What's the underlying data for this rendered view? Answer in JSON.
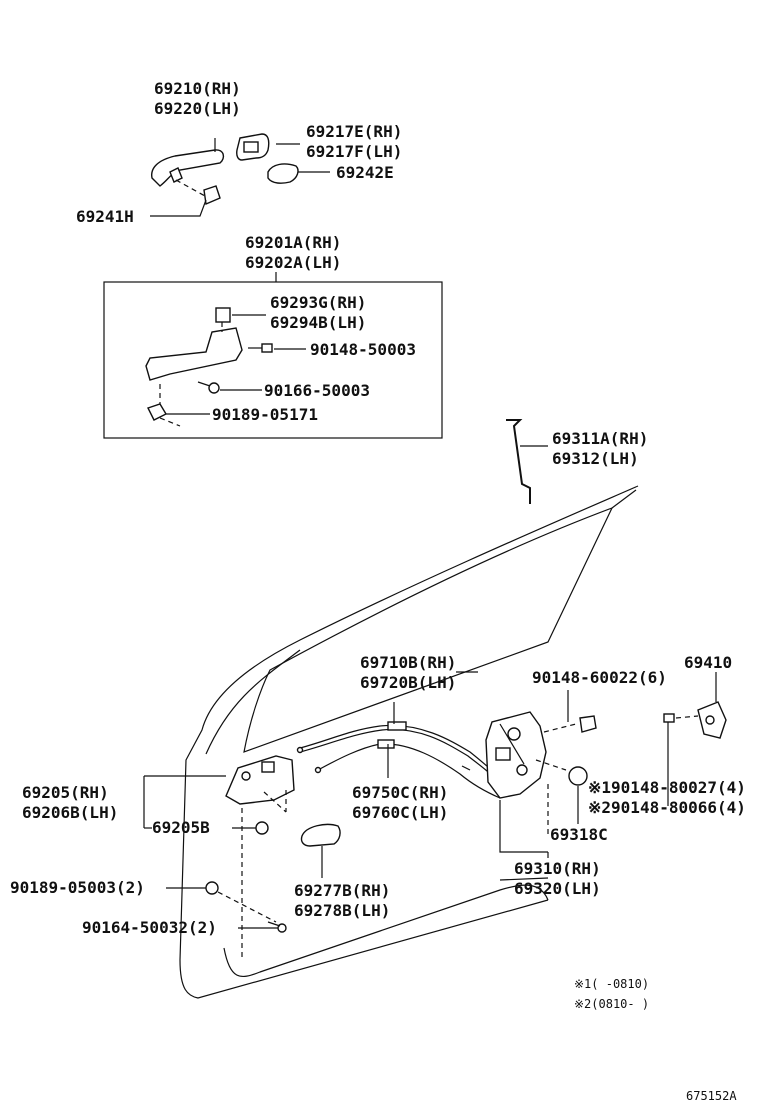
{
  "parts": {
    "p69210": "69210(RH)",
    "p69220": "69220(LH)",
    "p69217e": "69217E(RH)",
    "p69217f": "69217F(LH)",
    "p69242e": "69242E",
    "p69241h": "69241H",
    "p69201a": "69201A(RH)",
    "p69202a": "69202A(LH)",
    "p69293g": "69293G(RH)",
    "p69294b": "69294B(LH)",
    "p90148_50003": "90148-50003",
    "p90166_50003": "90166-50003",
    "p90189_05171": "90189-05171",
    "p69311a": "69311A(RH)",
    "p69312": "69312(LH)",
    "p69710b": "69710B(RH)",
    "p69720b": "69720B(LH)",
    "p90148_60022": "90148-60022(6)",
    "p69410": "69410",
    "p69205": "69205(RH)",
    "p69206b": "69206B(LH)",
    "p69205b": "69205B",
    "p69750c": "69750C(RH)",
    "p69760c": "69760C(LH)",
    "p90148_80027": "※190148-80027(4)",
    "p90148_80066": "※290148-80066(4)",
    "p69318c": "69318C",
    "p69310": "69310(RH)",
    "p69320": "69320(LH)",
    "p90189_05003": "90189-05003(2)",
    "p90164_50032": "90164-50032(2)",
    "p69277b": "69277B(RH)",
    "p69278b": "69278B(LH)"
  },
  "notes": {
    "n1": "※1(    -0810)",
    "n2": "※2(0810-    )"
  },
  "diagram_id": "675152A"
}
